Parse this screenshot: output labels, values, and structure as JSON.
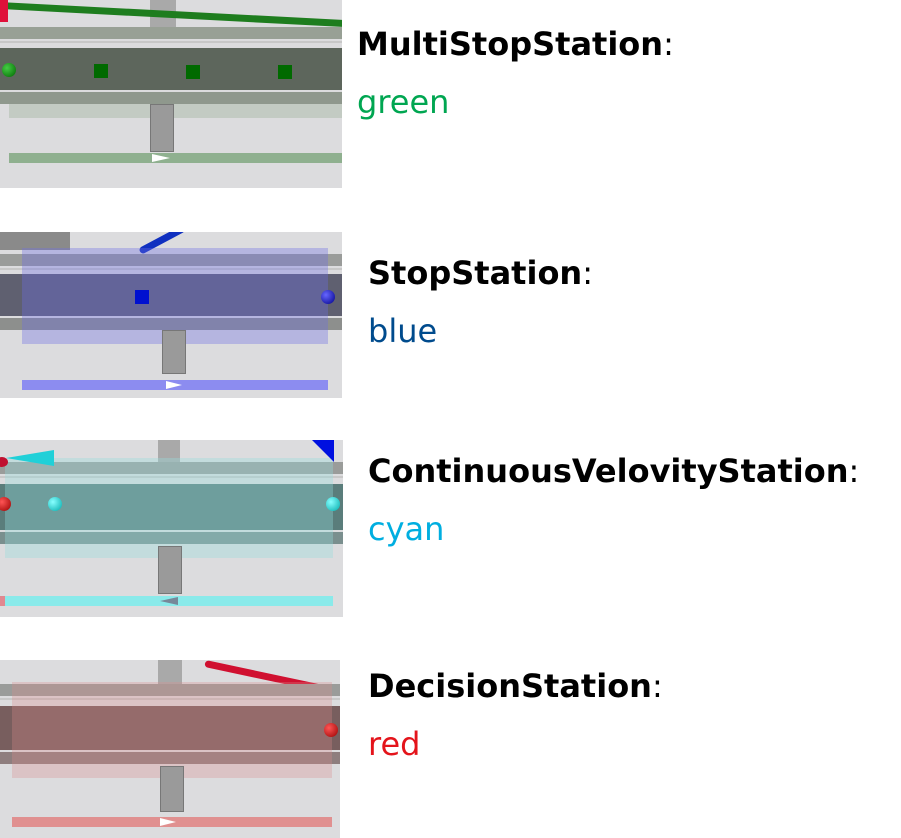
{
  "stations": [
    {
      "name": "MultiStopStation",
      "colon": ":",
      "color_name": "green",
      "text_color": "#00a651",
      "icon": "multistop-station-render"
    },
    {
      "name": "StopStation",
      "colon": ":",
      "color_name": "blue",
      "text_color": "#004b8d",
      "icon": "stop-station-render"
    },
    {
      "name": "ContinuousVelovityStation",
      "colon": ":",
      "color_name": "cyan",
      "text_color": "#00aee0",
      "icon": "continuous-velocity-station-render"
    },
    {
      "name": "DecisionStation",
      "colon": ":",
      "color_name": "red",
      "text_color": "#e4141b",
      "icon": "decision-station-render"
    }
  ]
}
